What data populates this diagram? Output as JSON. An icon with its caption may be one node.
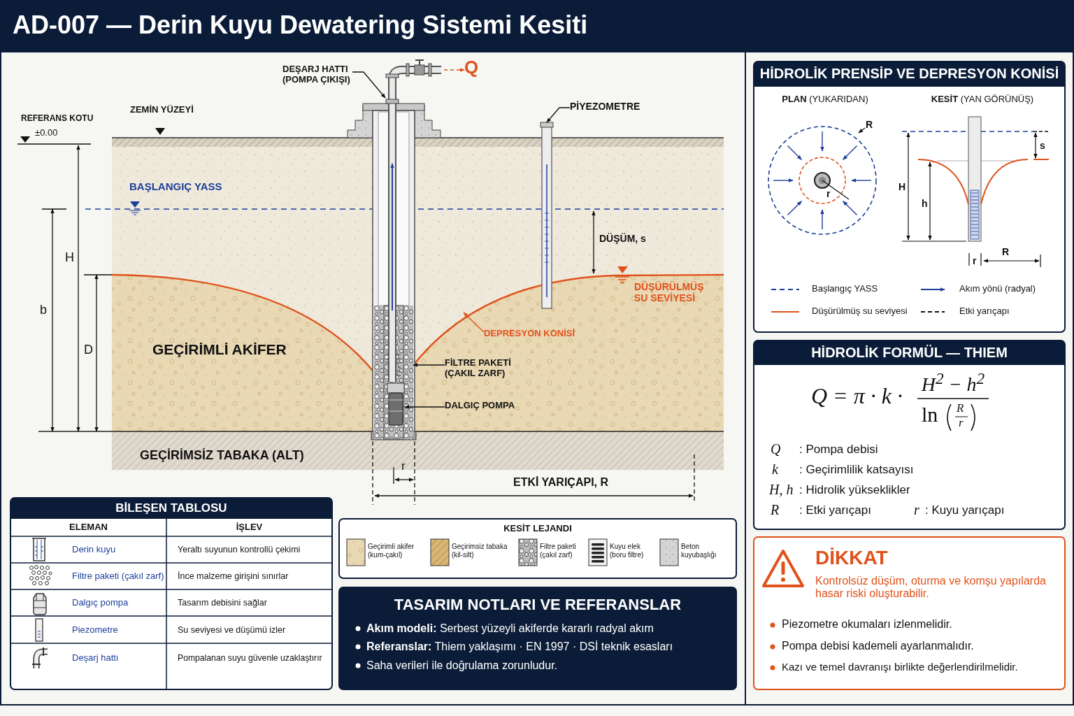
{
  "diagram": {
    "title": "AD-007 — Derin Kuyu Dewatering Sistemi Kesiti",
    "nodes": [
      {
        "text": [
          "DEŞARJ HATTI (POMPA ÇIKIŞI)"
        ]
      },
      {
        "text": [],
        "shape": "picture"
      },
      {
        "text": [
          "Q"
        ]
      },
      {
        "text": [
          "PİYEZOMETRE"
        ]
      },
      {
        "text": [],
        "shape": "picture"
      },
      {
        "text": [
          "DEPRESYON KONİSİ"
        ]
      },
      {
        "text": [
          "FİLTRE PAKETİ (ÇAKIL ZARF)"
        ]
      },
      {
        "text": [],
        "shape": "picture"
      },
      {
        "text": [
          "DALGIÇ POMPA"
        ]
      },
      {
        "text": [],
        "shape": "picture",
        "in": 7
      }
    ],
    "edges": [
      {
        "from": 0,
        "to": 1,
        "arrow": "to"
      },
      {
        "from": 1,
        "to": 2,
        "arrow": "to",
        "style": "dashed",
        "color": "#e0521b"
      },
      {
        "from": 3,
        "to": 4,
        "arrow": "to"
      },
      {
        "from": 5,
        "to": null,
        "arrow": "to",
        "color": "#e0521b"
      },
      {
        "from": 6,
        "to": 7,
        "arrow": "to"
      },
      {
        "from": 8,
        "to": 9,
        "arrow": "to"
      }
    ],
    "labels": [
      "REFERANS KOTU",
      "±0.00",
      "ZEMİN YÜZEYİ",
      "BAŞLANGIÇ YASS",
      "H",
      "b",
      "D",
      "GEÇİRİMLİ AKİFER",
      "DÜŞÜM, s",
      "DÜŞÜRÜLMÜŞ SU SEVİYESİ",
      "GEÇİRİMSİZ TABAKA (ALT)",
      "r",
      "ETKİ YARIÇAPI, R",
      "BİLEŞEN TABLOSU",
      "ELEMAN",
      "İŞLEV",
      "Derin kuyu",
      "Yeraltı suyunun kontrollü çekimi",
      "Filtre paketi (çakıl zarf)",
      "İnce malzeme girişini sınırlar",
      "Dalgıç pompa",
      "Tasarım debisini sağlar",
      "Piezometre",
      "Su seviyesi ve düşümü izler",
      "Deşarj hattı",
      "Pompalanan suyu güvenle uzaklaştırır",
      "KESİT LEJANDI",
      "TASARIM NOTLARI VE REFERANSLAR",
      "**Akım modeli:** Serbest yüzeyli akiferde kararlı radyal akım",
      "**Referanslar:** Thiem yaklaşımı · EN 1997 · DSİ teknik esasları",
      "Saha verileri ile doğrulama zorunludur.",
      "HİDROLİK PRENSİP VE DEPRESYON KONİSİ",
      "**PLAN** (YUKARIDAN)",
      "**KESİT** (YAN GÖRÜNÜŞ)",
      "R",
      "r",
      "H",
      "h",
      "s",
      "r",
      "R",
      "HİDROLİK FORMÜL — THIEM",
      "Q = π · k ·",
      "H$^{2}$ − h$^{2}$",
      "ln",
      "R",
      "r",
      "Q",
      ": Pompa debisi",
      "k",
      ": Geçirimlilik katsayısı",
      "H, h",
      ": Hidrolik yükseklikler",
      "R",
      ": Etki yarıçapı",
      "r",
      ": Kuyu yarıçapı",
      "DİKKAT",
      "Kontrolsüz düşüm, oturma ve komşu yapılarda hasar riski oluşturabilir.",
      "Piezometre okumaları izlenmelidir.",
      "Pompa debisi kademeli ayarlanmalıdır.",
      "Kazı ve temel davranışı birlikte değerlendirilmelidir."
    ],
    "legend": [
      {
        "text": "Başlangıç YASS"
      },
      {
        "text": "Akım yönü (radyal)"
      },
      {
        "text": "Düşürülmüş su seviyesi"
      },
      {
        "text": "Etki yarıçapı"
      },
      {
        "text": "Geçirimli akifer (kum-çakıl)"
      },
      {
        "text": "Geçirimsiz tabaka (kil-silt)"
      },
      {
        "text": "Filtre paketi (çakıl zarf)"
      },
      {
        "text": "Kuyu elek (boru filtre)"
      },
      {
        "text": "Beton kuyubaşlığı"
      }
    ]
  }
}
